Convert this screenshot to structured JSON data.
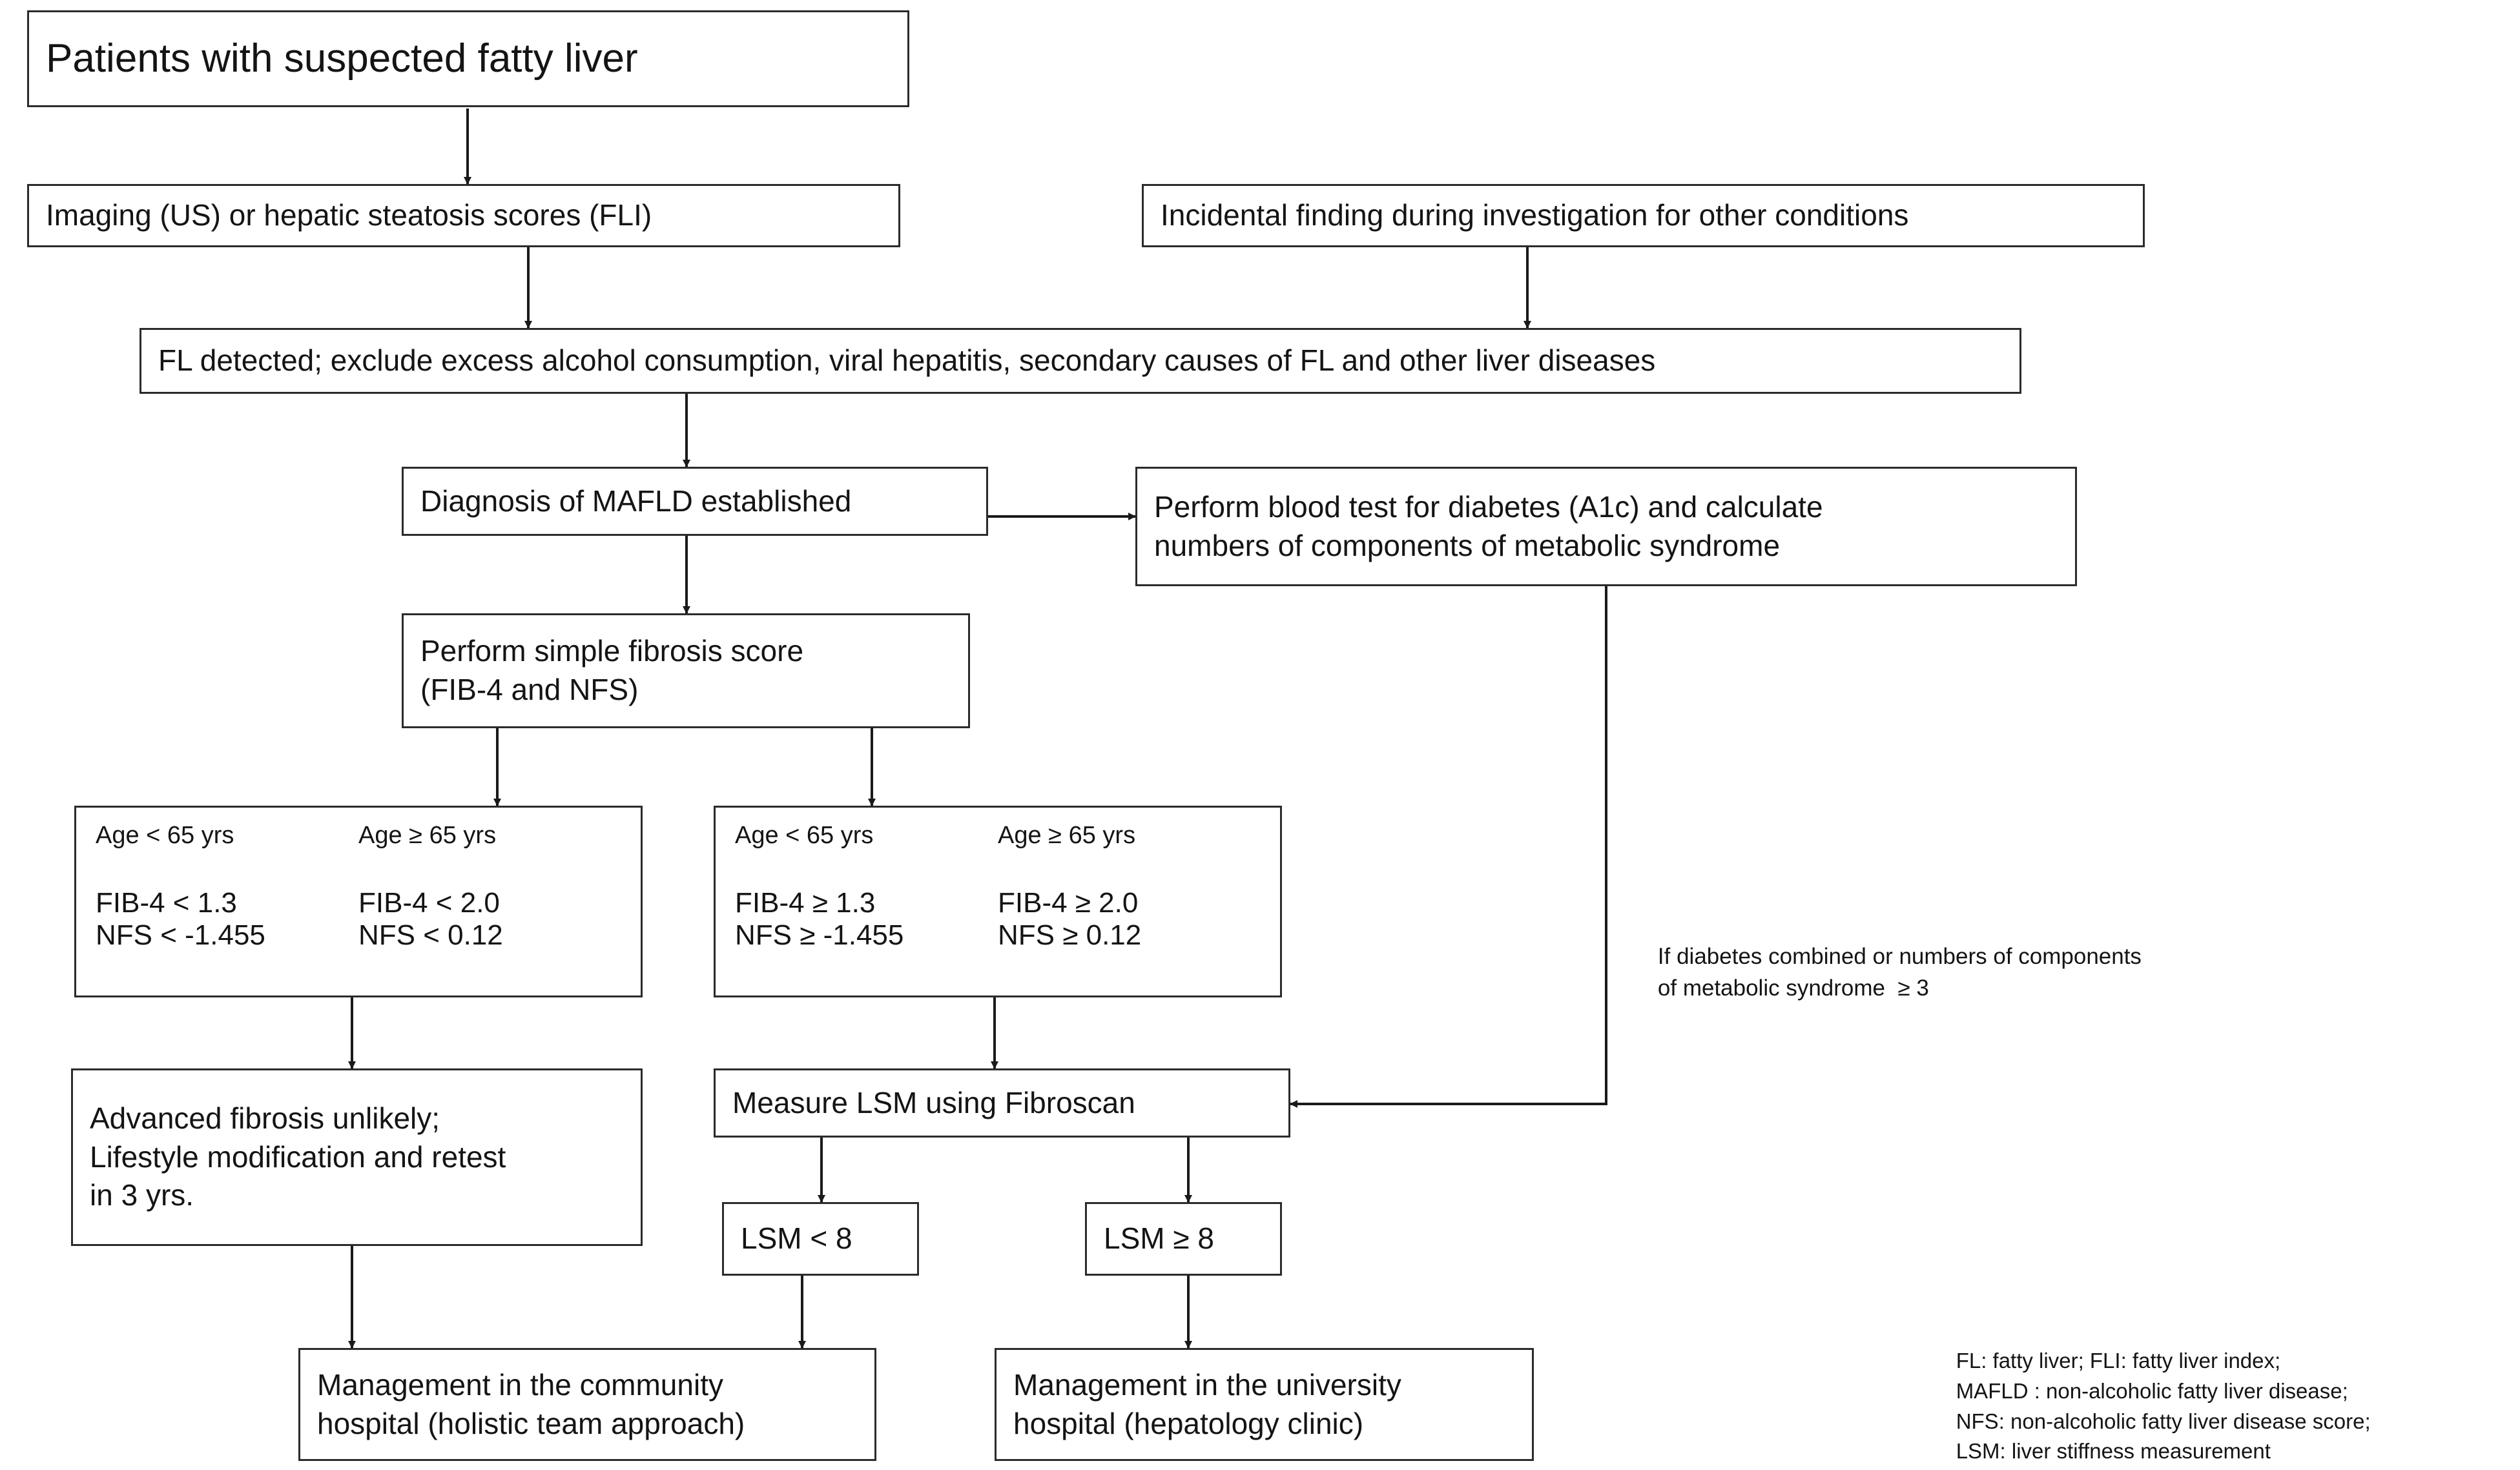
{
  "figure": {
    "type": "clinical-pathway-flowchart",
    "title": "Patients with suspected fatty liver"
  },
  "nodes": {
    "suspected": {
      "line1": "Patients with suspected fatty liver"
    },
    "imaging": {
      "line1": "Imaging (US) or hepatic steatosis scores (FLI)"
    },
    "incidental": {
      "line1": "Incidental finding during investigation for other conditions"
    },
    "fl_detected": {
      "line1": "FL detected; exclude excess alcohol consumption, viral hepatitis, secondary causes of FL and other liver diseases"
    },
    "diagnosis": {
      "line1": "Diagnosis of MAFLD established"
    },
    "blood_test": {
      "line1": "Perform blood test for diabetes (A1c) and calculate",
      "line2": "numbers of components of metabolic syndrome"
    },
    "fibrosis_score": {
      "line1": "Perform simple fibrosis score",
      "line2": "(FIB-4 and NFS)"
    },
    "criteria_low": {
      "age_left": "Age < 65 yrs",
      "age_right": "Age ≥ 65 yrs",
      "fib_left": "FIB-4 < 1.3",
      "fib_right": "FIB-4 < 2.0",
      "nfs_left": "NFS < -1.455",
      "nfs_right": "NFS < 0.12"
    },
    "criteria_high": {
      "age_left": "Age < 65 yrs",
      "age_right": "Age ≥ 65 yrs",
      "fib_left": "FIB-4 ≥ 1.3",
      "fib_right": "FIB-4 ≥ 2.0",
      "nfs_left": "NFS ≥ -1.455",
      "nfs_right": "NFS ≥ 0.12"
    },
    "unlikely": {
      "line1": "Advanced fibrosis unlikely;",
      "line2": "Lifestyle modification and retest",
      "line3": "in 3 yrs."
    },
    "lsm_measure": {
      "line1": "Measure LSM using Fibroscan"
    },
    "lsm_low": {
      "line1": "LSM < 8"
    },
    "lsm_high": {
      "line1": "LSM ≥ 8"
    },
    "mgmt_community": {
      "line1": "Management in the community",
      "line2": "hospital (holistic team approach)"
    },
    "mgmt_university": {
      "line1": "Management in the university",
      "line2": "hospital (hepatology clinic)"
    }
  },
  "annotations": {
    "diabetes_note_line1": "If diabetes combined or numbers of components",
    "diabetes_note_line2": "of metabolic syndrome  ≥ 3"
  },
  "legend": {
    "line1": "FL: fatty liver; FLI: fatty liver index;",
    "line2": "MAFLD : non-alcoholic fatty liver disease;",
    "line3": "NFS: non-alcoholic fatty liver disease score;",
    "line4": "LSM: liver stiffness measurement"
  },
  "colors": {
    "border": "#2b2b2b",
    "text": "#141414",
    "background": "#ffffff",
    "edge": "#1a1a1a"
  }
}
